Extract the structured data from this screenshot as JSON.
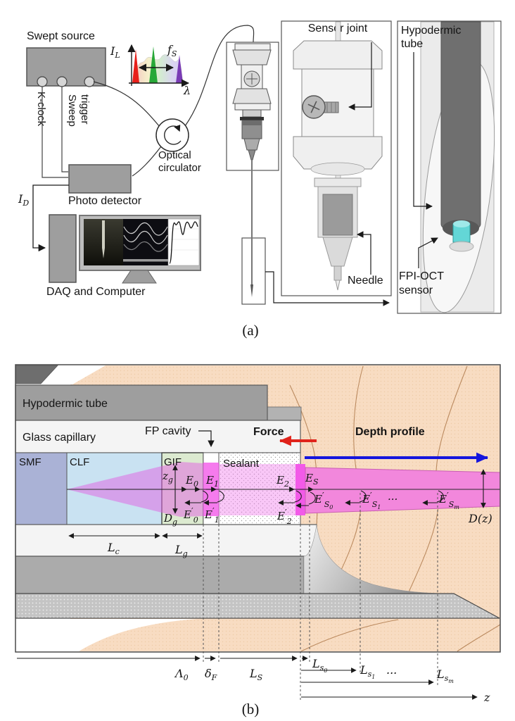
{
  "part_a": {
    "labels": {
      "swept_source": "Swept source",
      "k_clock": "K-clock",
      "sweep": "Sweep",
      "trigger": "trigger",
      "optical_line1": "Optical",
      "optical_line2": "circulator",
      "photo_detector": "Photo detector",
      "daq_computer": "DAQ and Computer",
      "sensor_joint": "Sensor joint",
      "needle": "Needle",
      "hypodermic_line1": "Hypodermic",
      "hypodermic_line2": "tube",
      "fpi_line1": "FPI-OCT",
      "fpi_line2": "sensor",
      "caption": "(a)"
    },
    "math": {
      "IL": {
        "b": "I",
        "s": "L"
      },
      "fS": {
        "b": "f",
        "s": "S"
      },
      "lambda": "λ",
      "ID": {
        "b": "I",
        "s": "D"
      }
    }
  },
  "part_b": {
    "labels": {
      "hypodermic_tube": "Hypodermic tube",
      "glass_capillary": "Glass capillary",
      "fp_cavity": "FP cavity",
      "force": "Force",
      "depth_profile": "Depth profile",
      "smf": "SMF",
      "clf": "CLF",
      "gif": "GIF",
      "sealant": "Sealant",
      "dots": "...",
      "caption": "(b)"
    },
    "math": {
      "zg": {
        "b": "z",
        "s": "g"
      },
      "Dg": {
        "b": "D",
        "s": "g"
      },
      "E0": {
        "b": "E",
        "s": "0"
      },
      "E1": {
        "b": "E",
        "s": "1"
      },
      "E2": {
        "b": "E",
        "s": "2"
      },
      "ES": {
        "b": "E",
        "s": "S"
      },
      "E0p": {
        "b": "E",
        "p": "′",
        "s": "0"
      },
      "E1p": {
        "b": "E",
        "p": "′",
        "s": "1"
      },
      "E2p": {
        "b": "E",
        "p": "′",
        "s": "2"
      },
      "ES0p": {
        "b": "E",
        "p": "′",
        "s1": "S",
        "s2": "0"
      },
      "ES1p": {
        "b": "E",
        "p": "′",
        "s1": "S",
        "s2": "1"
      },
      "ESmp": {
        "b": "E",
        "p": "′",
        "s1": "S",
        "s2": "m"
      },
      "Dz": {
        "b": "D",
        "r": "(z)"
      },
      "Lc": {
        "b": "L",
        "s": "c"
      },
      "Lg": {
        "b": "L",
        "s": "g"
      },
      "Lam0": {
        "b": "Λ",
        "s": "0"
      },
      "dF": {
        "b": "δ",
        "s": "F"
      },
      "LS": {
        "b": "L",
        "s": "S"
      },
      "Ls0": {
        "b": "L",
        "s1": "s",
        "s2": "0"
      },
      "Ls1": {
        "b": "L",
        "s1": "s",
        "s2": "1"
      },
      "Lsm": {
        "b": "L",
        "s1": "s",
        "s2": "m"
      },
      "z": "z"
    }
  },
  "colors": {
    "smf": "#aab2d6",
    "clf": "#c9e2f2",
    "gif": "#dcead0",
    "beam": "#f287dc",
    "beam_bright": "#f25ae8",
    "tissue": "#f8dcc2",
    "tissue_line": "#bb8a5f",
    "metal_gray": "#9e9e9e",
    "hatch_gray": "#c4c4c4",
    "force_arrow": "#e0231b",
    "depth_arrow": "#1515dd",
    "sensor_cyan": "#63d6d6"
  }
}
